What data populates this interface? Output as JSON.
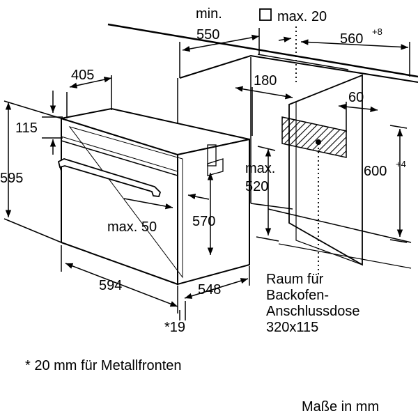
{
  "dimensions": {
    "min_label": "min.",
    "niche_depth": "550",
    "max_20": "max. 20",
    "niche_width": "560",
    "niche_width_tol": "+8",
    "oven_depth_top": "405",
    "d_180": "180",
    "d_60": "60",
    "d_115": "115",
    "oven_height": "595",
    "niche_height": "600",
    "niche_height_tol": "+4",
    "max_label": "max.",
    "d_520": "520",
    "max_50": "max. 50",
    "d_570": "570",
    "oven_width": "594",
    "d_548": "548",
    "d_19": "*19"
  },
  "socket_note": [
    "Raum für",
    "Backofen-",
    "Anschlussdose",
    "320x115"
  ],
  "footnote": "* 20 mm für Metallfronten",
  "units_note": "Maße in mm",
  "colors": {
    "line": "#000000",
    "hatch": "#000000",
    "background": "#ffffff"
  }
}
